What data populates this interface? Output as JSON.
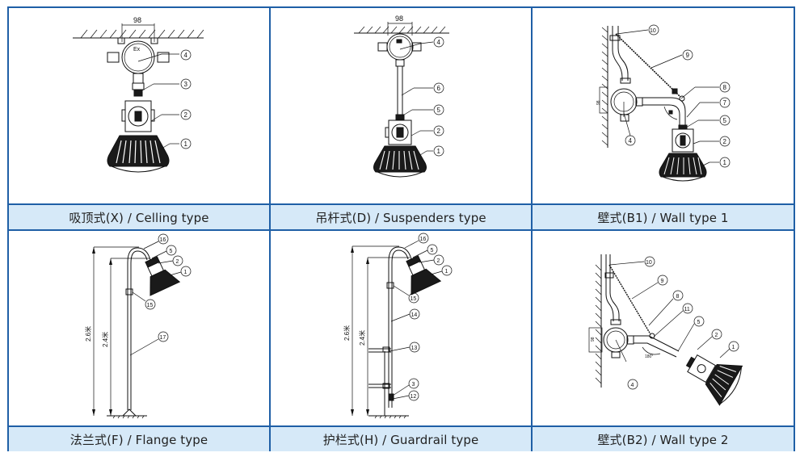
{
  "panels": [
    {
      "id": "ceiling",
      "caption": "吸顶式(X) / Celling type",
      "dimension_label": "98",
      "callouts": [
        "4",
        "3",
        "2",
        "1"
      ]
    },
    {
      "id": "suspenders",
      "caption": "吊杆式(D) / Suspenders type",
      "dimension_label": "98",
      "callouts": [
        "4",
        "6",
        "5",
        "2",
        "1"
      ]
    },
    {
      "id": "wall1",
      "caption": "壁式(B1) / Wall type 1",
      "callouts": [
        "10",
        "9",
        "8",
        "7",
        "5",
        "2",
        "1",
        "4"
      ]
    },
    {
      "id": "flange",
      "caption": "法兰式(F) / Flange type",
      "height_labels": [
        "2.6米",
        "2.4米"
      ],
      "callouts": [
        "16",
        "5",
        "2",
        "1",
        "15",
        "17"
      ]
    },
    {
      "id": "guardrail",
      "caption": "护栏式(H) / Guardrail type",
      "height_labels": [
        "2.6米",
        "2.4米"
      ],
      "callouts": [
        "16",
        "5",
        "2",
        "1",
        "15",
        "14",
        "13",
        "3",
        "12"
      ]
    },
    {
      "id": "wall2",
      "caption": "壁式(B2) / Wall type 2",
      "callouts": [
        "10",
        "9",
        "8",
        "11",
        "5",
        "2",
        "1",
        "4"
      ]
    }
  ],
  "drawing_text": {
    "ex_mark": "Ex",
    "angle_mark": "180°"
  },
  "colors": {
    "border": "#1f5fa6",
    "caption_bg": "#d6e9f8",
    "ink": "#111111"
  }
}
